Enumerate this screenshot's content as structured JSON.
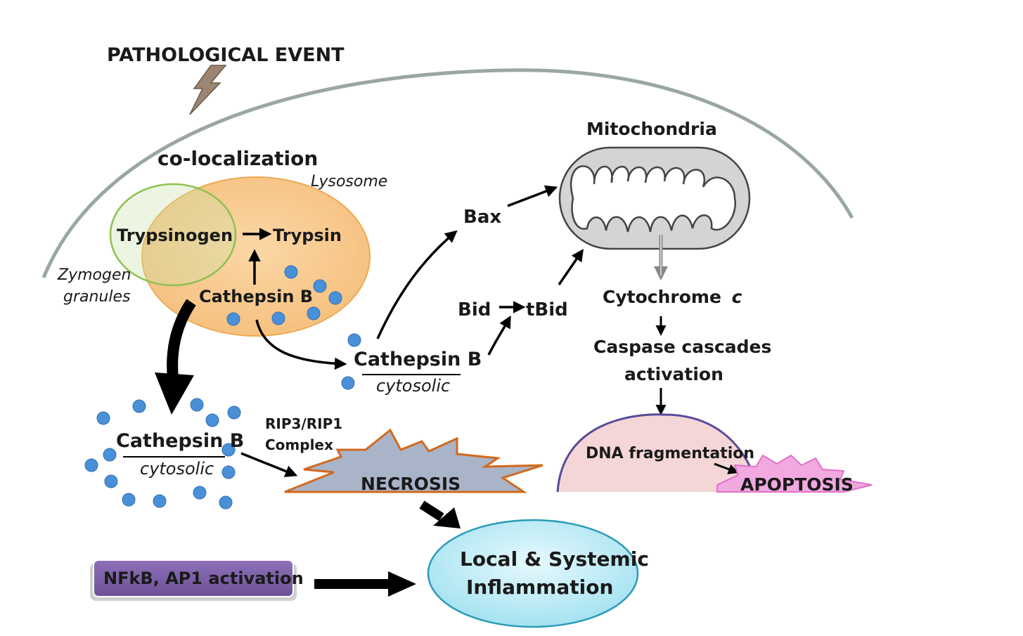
{
  "labels": {
    "pathological_event": "PATHOLOGICAL EVENT",
    "co_localization": "co-localization",
    "lysosome": "Lysosome",
    "zymogen_line1": "Zymogen",
    "zymogen_line2": "granules",
    "trypsinogen": "Trypsinogen",
    "trypsin": "Trypsin",
    "cathepsin_b": "Cathepsin B",
    "cathepsin_b_cytosolic_1": "Cathepsin B",
    "cytosolic_1": "cytosolic",
    "cathepsin_b_cytosolic_2": "Cathepsin B",
    "cytosolic_2": "cytosolic",
    "mitochondria": "Mitochondria",
    "bax": "Bax",
    "bid": "Bid",
    "tbid": "tBid",
    "cytochrome": "Cytochrome",
    "cytochrome_c": "c",
    "caspase_line1": "Caspase cascades",
    "caspase_line2": "activation",
    "rip_line1": "RIP3/RIP1",
    "rip_line2": "Complex",
    "necrosis": "NECROSIS",
    "dna_fragmentation": "DNA fragmentation",
    "apoptosis": "APOPTOSIS",
    "nfkb": "NFkB, AP1 activation",
    "inflammation_line1": "Local & Systemic",
    "inflammation_line2": "Inflammation"
  },
  "colors": {
    "cell_membrane": "#9aa6a6",
    "lysosome_fill": "#f7c98e",
    "lysosome_stroke": "#eeaa55",
    "zymogen_stroke": "#8cc152",
    "granule_dot": "#4a90d9",
    "mitochondria_fill": "#d4d4d4",
    "necrosis_fill": "#a9b4c9",
    "necrosis_stroke": "#d2691e",
    "apoptosis_fill": "#f1a9e0",
    "nucleus_fill": "#f4d6d6",
    "nucleus_stroke": "#5a4a9a",
    "nfkb_fill": "#7b5ea7",
    "inflammation_fill": "#b7ecf6"
  }
}
